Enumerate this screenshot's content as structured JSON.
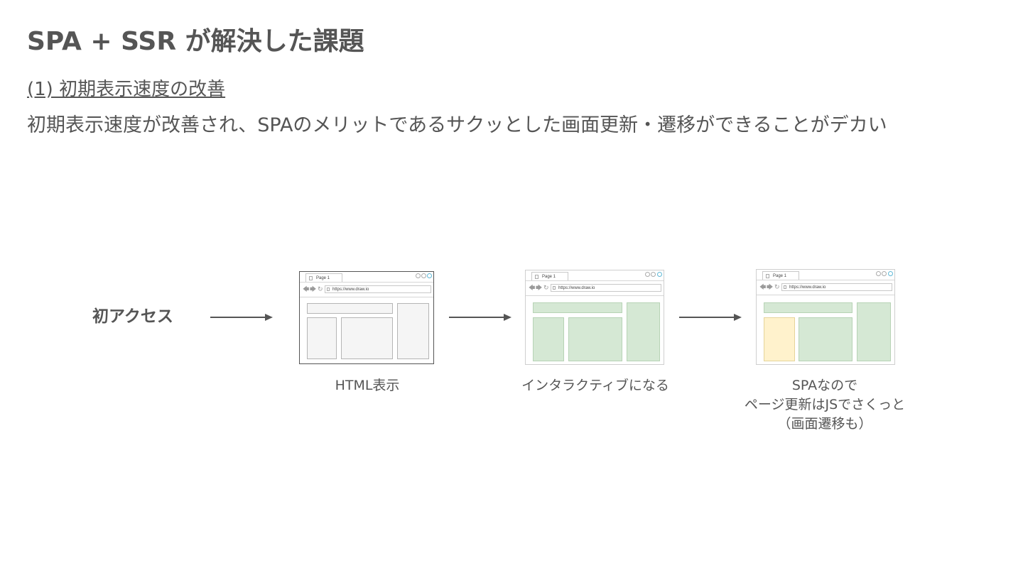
{
  "slide": {
    "title": "SPA + SSR が解決した課題",
    "subtitle": "(1) 初期表示速度の改善",
    "body": "初期表示速度が改善され、SPAのメリットであるサクッとした画面更新・遷移ができることがデカい"
  },
  "flow": {
    "start_label": "初アクセス",
    "steps": [
      {
        "caption": "HTML表示",
        "tab_label": "Page 1",
        "url": "https://www.draw.io"
      },
      {
        "caption": "インタラクティブになる",
        "tab_label": "Page 1",
        "url": "https://www.draw.io"
      },
      {
        "caption_lines": [
          "SPAなので",
          "ページ更新はJSでさくっと",
          "（画面遷移も）"
        ],
        "tab_label": "Page 1",
        "url": "https://www.draw.io"
      }
    ]
  },
  "colors": {
    "text": "#555555",
    "static_block": "#f5f5f5",
    "interactive_block": "#d5e8d4",
    "updated_block": "#fff2cc"
  }
}
